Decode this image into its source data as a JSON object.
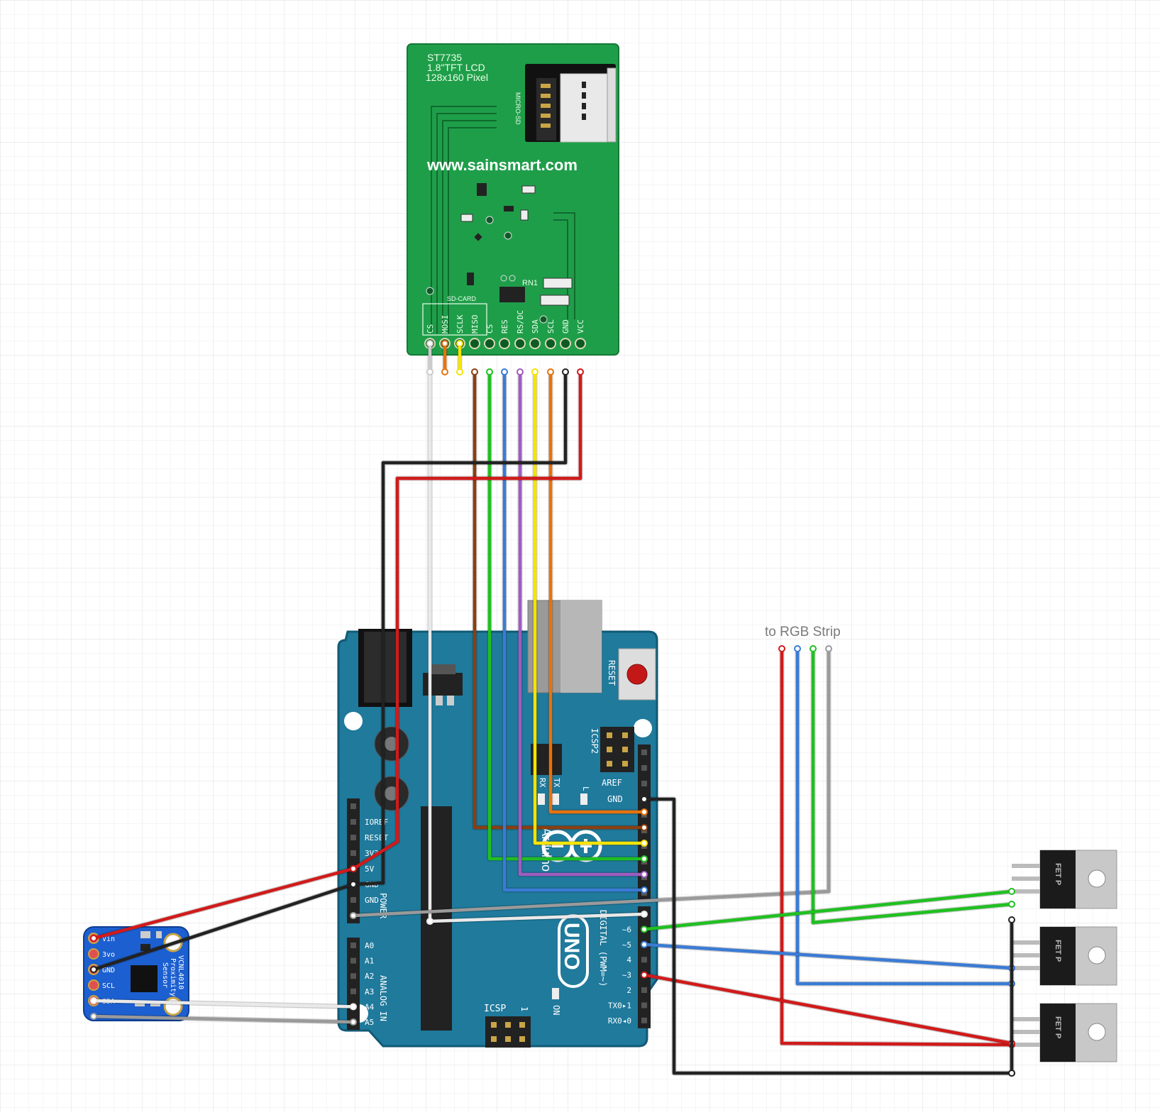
{
  "canvas": {
    "grid_color": "#e9e9e9",
    "background": "#ffffff"
  },
  "lcd": {
    "title_line1": "ST7735",
    "title_line2": "1.8\"TFT  LCD",
    "title_line3": "128x160 Pixel",
    "url": "www.sainsmart.com",
    "sd_card_label": "SD-CARD",
    "sd_slot_label": "MICRO-SD",
    "rn_label": "RN1",
    "pins": [
      "CS",
      "MOSI",
      "SCLK",
      "MISO",
      "CS",
      "RES",
      "RS/DC",
      "SDA",
      "SCL",
      "GND",
      "VCC"
    ],
    "board_color": "#1f9e4a"
  },
  "arduino": {
    "reset_label": "RESET",
    "icsp2_label": "ICSP2",
    "aref_label": "AREF",
    "gnd_label": "GND",
    "rx_label": "RX",
    "tx_label": "TX",
    "l_label": "L",
    "power_pins": [
      "IOREF",
      "RESET",
      "3V3",
      "5V",
      "GND",
      "GND"
    ],
    "power_label": "POWER",
    "analog_pins": [
      "A0",
      "A1",
      "A2",
      "A3",
      "A4",
      "A5"
    ],
    "analog_label": "ANALOG IN",
    "digital_label": "DIGITAL (PWM=~)",
    "digital_low_pins": [
      "~6",
      "~5",
      "4",
      "~3",
      "2",
      "TX0▸1",
      "RX0◂0"
    ],
    "logo_arduino": "Arduino",
    "logo_uno": "UNO",
    "icsp_label": "ICSP",
    "icsp_1": "1",
    "on_label": "ON",
    "board_color": "#1f7a9c"
  },
  "sensor": {
    "pins": [
      "Vin",
      "3vo",
      "GND",
      "SCL",
      "SDA"
    ],
    "line1": "VCNL4010",
    "line2": "Proximity",
    "line3": "Sensor",
    "board_color": "#1c5fd0"
  },
  "fets": [
    {
      "label": "FET P"
    },
    {
      "label": "FET P"
    },
    {
      "label": "FET P"
    }
  ],
  "annotation": {
    "rgb_strip": "to RGB Strip"
  },
  "wire_colors": {
    "red": "#d11a1a",
    "black": "#222222",
    "white": "#e9e9e9",
    "grey": "#9a9a9a",
    "brown": "#8b3e10",
    "green": "#20c020",
    "blue": "#3a7bd5",
    "purple": "#a05bc0",
    "yellow": "#f5e400",
    "orange": "#e8720c"
  }
}
